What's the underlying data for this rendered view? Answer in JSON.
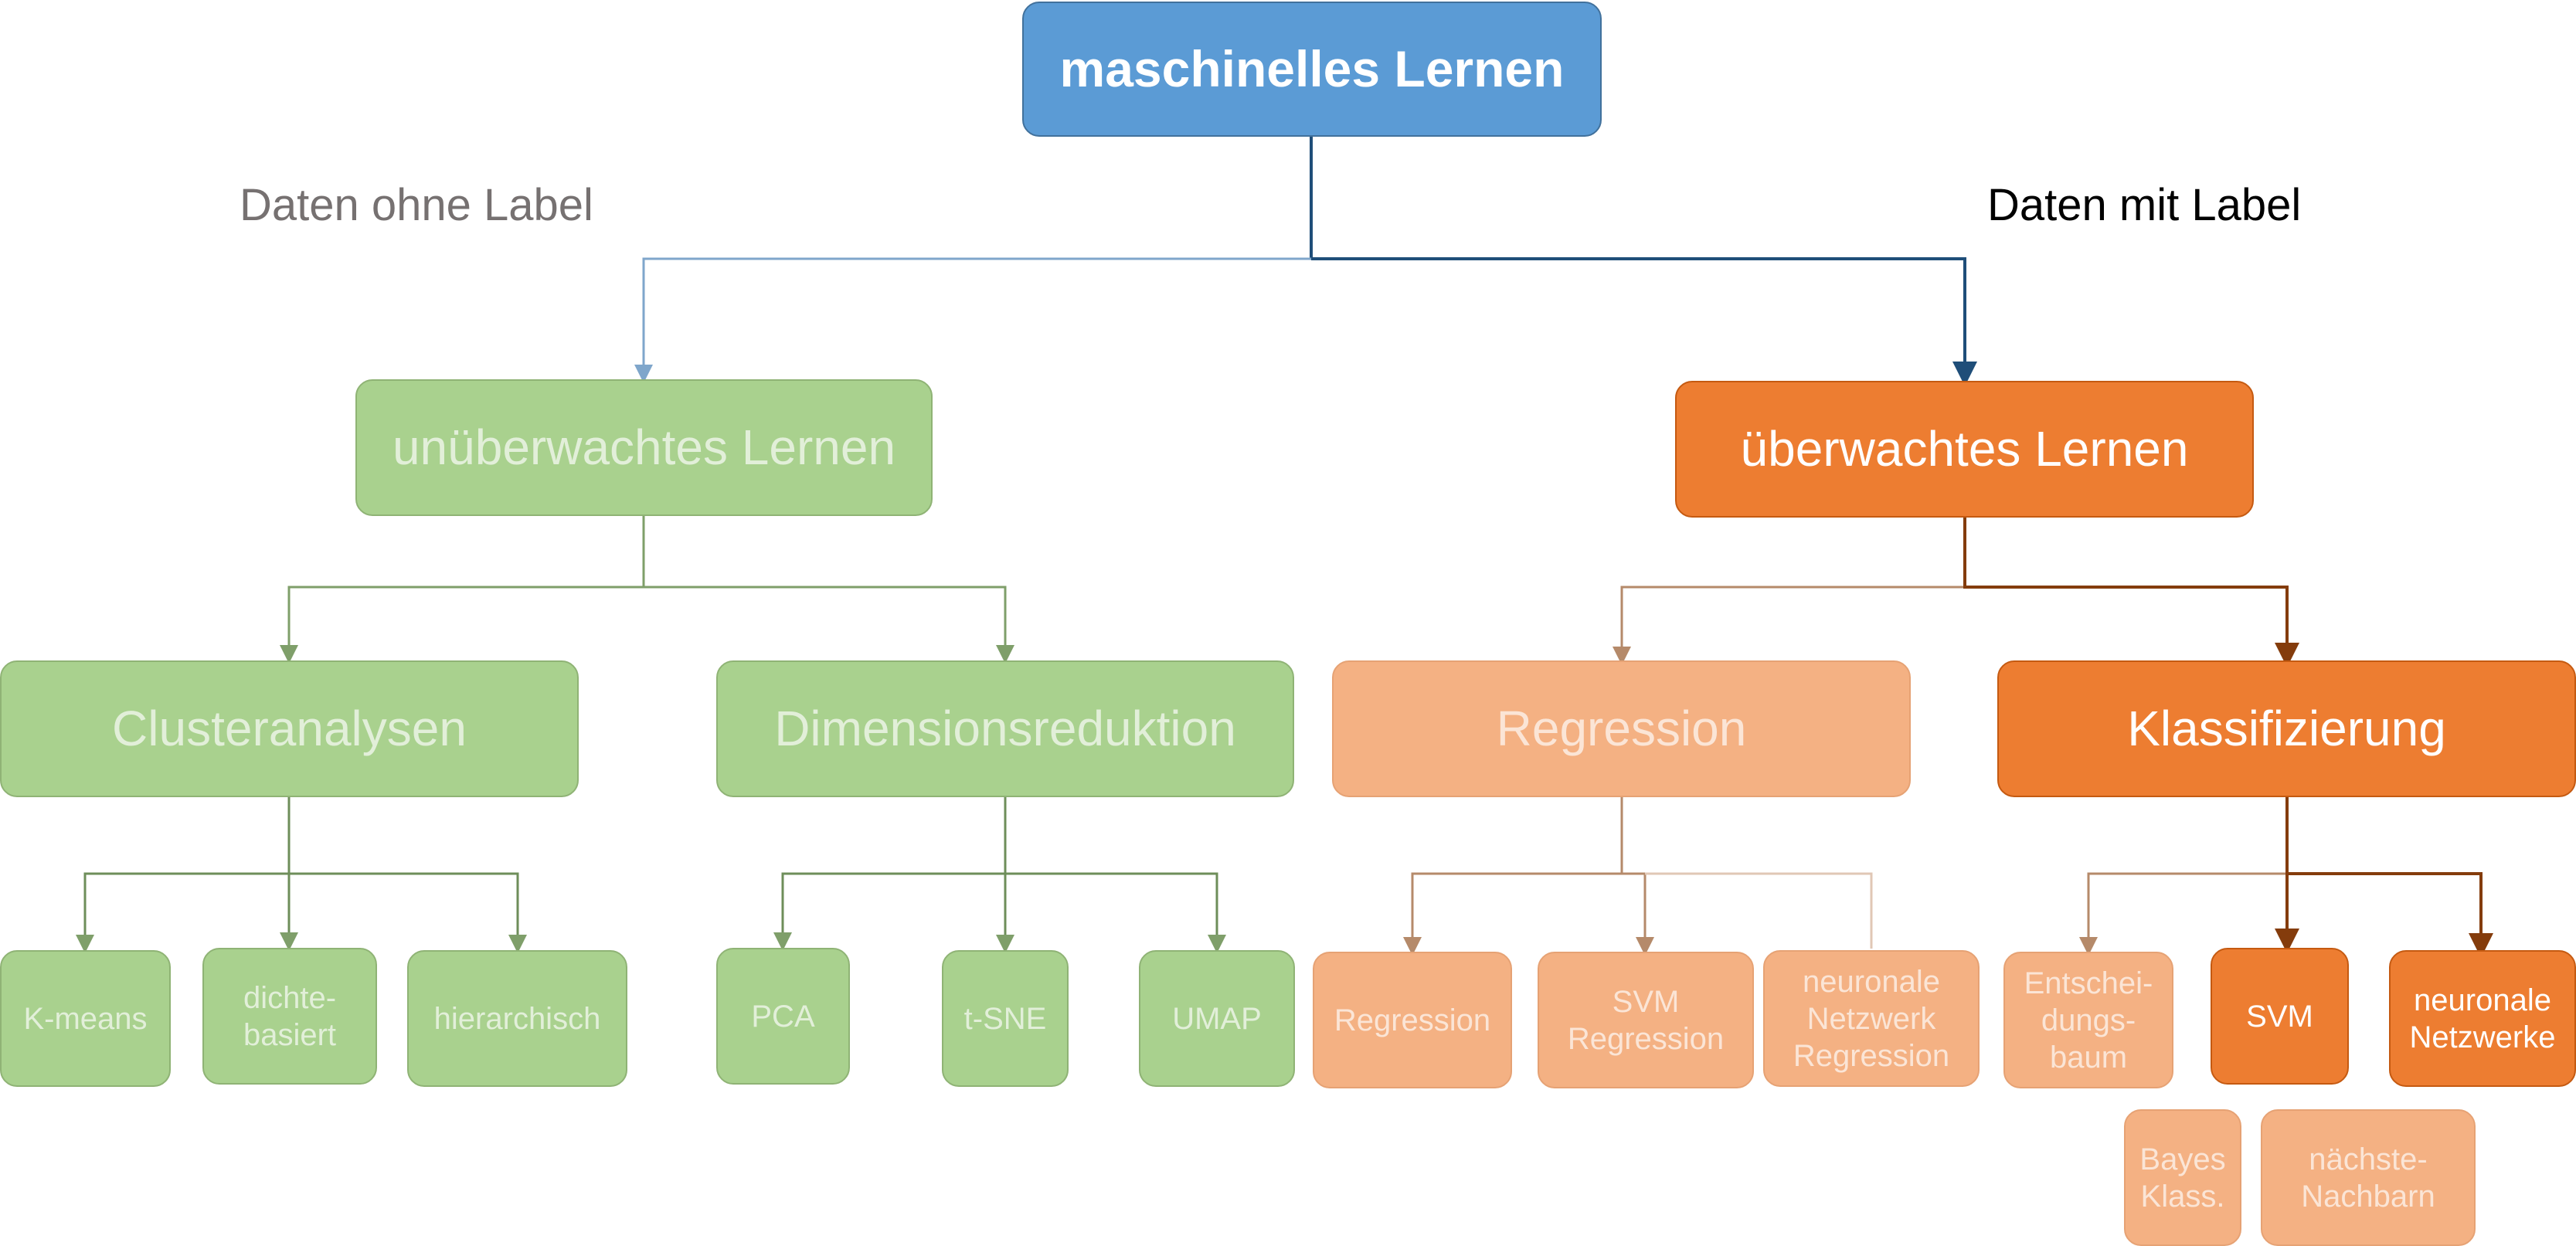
{
  "root": {
    "label": "maschinelles Lernen"
  },
  "edge_labels": {
    "left": "Daten ohne Label",
    "right": "Daten mit Label"
  },
  "unsupervised": {
    "label": "unüberwachtes Lernen",
    "clustering": {
      "label": "Clusteranalysen",
      "leaves": [
        "K-means",
        "dichte-\nbasiert",
        "hierarchisch"
      ]
    },
    "dimreduction": {
      "label": "Dimensionsreduktion",
      "leaves": [
        "PCA",
        "t-SNE",
        "UMAP"
      ]
    }
  },
  "supervised": {
    "label": "überwachtes Lernen",
    "regression": {
      "label": "Regression",
      "leaves": [
        "Regression",
        "SVM\nRegression",
        "neuronale\nNetzwerk\nRegression"
      ]
    },
    "classification": {
      "label": "Klassifizierung",
      "leaves": [
        "Entschei-\ndungs-\nbaum",
        "SVM",
        "neuronale\nNetzwerke",
        "Bayes\nKlass.",
        "nächste-\nNachbarn"
      ]
    }
  },
  "colors": {
    "root": "#5b9bd5",
    "unsupervised": "#a9d18e",
    "supervised_active": "#ed7d31",
    "supervised_faded": "#f4b183",
    "label_left": "#767171",
    "label_right": "#000000"
  }
}
